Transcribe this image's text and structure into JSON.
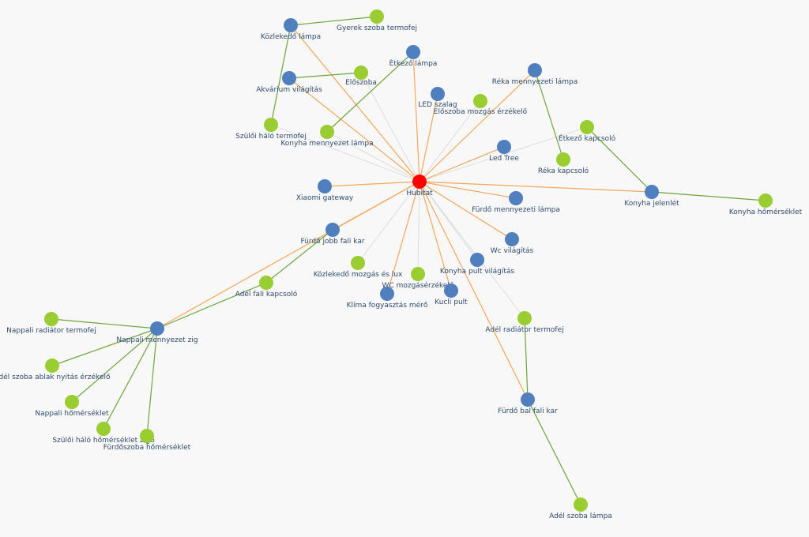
{
  "colors": {
    "background": "#f8f8f8",
    "coordinator": "#ff0000",
    "router": "#4f7fbf",
    "end_device": "#9acd32",
    "link_coordinator": "#f5a65b",
    "link_end_device": "#6aa53a",
    "link_weak": "#d9d9d9",
    "label": "#2f4a6e"
  },
  "nodes": [
    {
      "id": "hubitat",
      "label": "Hubitat",
      "type": "coordinator"
    },
    {
      "id": "kozlekedo-lampa",
      "label": "Közlekedő lámpa",
      "type": "router"
    },
    {
      "id": "gyerek-szoba-termofej",
      "label": "Gyerek szoba termofej",
      "type": "end_device"
    },
    {
      "id": "etkezo-lampa",
      "label": "Étkező lámpa",
      "type": "router"
    },
    {
      "id": "akvarium-vilagitas",
      "label": "Akvárium világítás",
      "type": "router"
    },
    {
      "id": "eloszoba",
      "label": "Előszoba",
      "type": "end_device"
    },
    {
      "id": "reka-mennyezeti-lampa",
      "label": "Réka mennyezeti lámpa",
      "type": "router"
    },
    {
      "id": "led-szalag",
      "label": "LED szalag",
      "type": "router"
    },
    {
      "id": "eloszoba-mozgas",
      "label": "Előszoba mozgás érzékelő",
      "type": "end_device"
    },
    {
      "id": "szuloi-halo-termofej",
      "label": "Szülői háló termofej",
      "type": "end_device"
    },
    {
      "id": "konyha-mennyezet-lampa",
      "label": "Konyha mennyezet lámpa",
      "type": "end_device"
    },
    {
      "id": "etkezo-kapcsolo",
      "label": "Étkező kapcsoló",
      "type": "end_device"
    },
    {
      "id": "led-tree",
      "label": "Led Tree",
      "type": "router"
    },
    {
      "id": "reka-kapcsolo",
      "label": "Réka kapcsoló",
      "type": "end_device"
    },
    {
      "id": "xiaomi-gateway",
      "label": "Xiaomi gateway",
      "type": "router"
    },
    {
      "id": "konyha-jelenlet",
      "label": "Konyha jelenlét",
      "type": "router"
    },
    {
      "id": "konyha-homerseklet",
      "label": "Konyha hőmérséklet",
      "type": "end_device"
    },
    {
      "id": "furdo-mennyezeti-lampa",
      "label": "Fürdő mennyezeti lámpa",
      "type": "router"
    },
    {
      "id": "furdo-jobb-fali-kar",
      "label": "Fürdő jobb fali kar",
      "type": "router"
    },
    {
      "id": "wc-vilagitas",
      "label": "Wc világítás",
      "type": "router"
    },
    {
      "id": "konyha-pult-vilagitas",
      "label": "Konyha pult világítás",
      "type": "router"
    },
    {
      "id": "kozlekedo-mozgas-lux",
      "label": "Közlekedő mozgás és lux",
      "type": "end_device"
    },
    {
      "id": "wc-mozgaserzekelo",
      "label": "WC mozgásérzékelő",
      "type": "end_device"
    },
    {
      "id": "adel-fali-kapcsolo",
      "label": "Adél fali kapcsoló",
      "type": "end_device"
    },
    {
      "id": "klima-fogyasztas-mero",
      "label": "Klíma fogyasztás mérő",
      "type": "router"
    },
    {
      "id": "kucli-pult",
      "label": "Kucli pult",
      "type": "router"
    },
    {
      "id": "nappali-radiator-termofej",
      "label": "Nappali radiátor termofej",
      "type": "end_device"
    },
    {
      "id": "nappali-mennyezet-zig",
      "label": "Nappali mennyezet zig",
      "type": "router"
    },
    {
      "id": "adel-radiator-termofej",
      "label": "Adél radiátor termofej",
      "type": "end_device"
    },
    {
      "id": "adel-szoba-ablak",
      "label": "Adél szoba ablak nyitás érzékelő",
      "type": "end_device"
    },
    {
      "id": "nappali-homerseklet",
      "label": "Nappali hőmérséklet",
      "type": "end_device"
    },
    {
      "id": "furdo-bal-fali-kar",
      "label": "Fürdő bal fali kar",
      "type": "router"
    },
    {
      "id": "szuloi-halo-homerseklet",
      "label": "Szülői háló hőmérséklet zigb",
      "type": "end_device"
    },
    {
      "id": "furdoszoba-homerseklet",
      "label": "Fürdőszoba hőmérséklet",
      "type": "end_device"
    },
    {
      "id": "adel-szoba-lampa",
      "label": "Adél szoba lámpa",
      "type": "end_device"
    }
  ],
  "links": [
    {
      "source": "hubitat",
      "target": "kozlekedo-lampa",
      "kind": "coordinator"
    },
    {
      "source": "hubitat",
      "target": "etkezo-lampa",
      "kind": "coordinator"
    },
    {
      "source": "hubitat",
      "target": "akvarium-vilagitas",
      "kind": "coordinator"
    },
    {
      "source": "hubitat",
      "target": "reka-mennyezeti-lampa",
      "kind": "coordinator"
    },
    {
      "source": "hubitat",
      "target": "led-szalag",
      "kind": "coordinator"
    },
    {
      "source": "hubitat",
      "target": "led-tree",
      "kind": "coordinator"
    },
    {
      "source": "hubitat",
      "target": "xiaomi-gateway",
      "kind": "coordinator"
    },
    {
      "source": "hubitat",
      "target": "konyha-jelenlet",
      "kind": "coordinator"
    },
    {
      "source": "hubitat",
      "target": "furdo-mennyezeti-lampa",
      "kind": "coordinator"
    },
    {
      "source": "hubitat",
      "target": "furdo-jobb-fali-kar",
      "kind": "coordinator"
    },
    {
      "source": "hubitat",
      "target": "wc-vilagitas",
      "kind": "coordinator"
    },
    {
      "source": "hubitat",
      "target": "klima-fogyasztas-mero",
      "kind": "coordinator"
    },
    {
      "source": "hubitat",
      "target": "kucli-pult",
      "kind": "coordinator"
    },
    {
      "source": "hubitat",
      "target": "nappali-mennyezet-zig",
      "kind": "coordinator"
    },
    {
      "source": "hubitat",
      "target": "furdo-bal-fali-kar",
      "kind": "coordinator"
    },
    {
      "source": "hubitat",
      "target": "szuloi-halo-termofej",
      "kind": "weak"
    },
    {
      "source": "hubitat",
      "target": "eloszoba",
      "kind": "weak"
    },
    {
      "source": "hubitat",
      "target": "konyha-mennyezet-lampa",
      "kind": "weak"
    },
    {
      "source": "hubitat",
      "target": "eloszoba-mozgas",
      "kind": "weak"
    },
    {
      "source": "hubitat",
      "target": "etkezo-kapcsolo",
      "kind": "weak"
    },
    {
      "source": "hubitat",
      "target": "kozlekedo-mozgas-lux",
      "kind": "weak"
    },
    {
      "source": "hubitat",
      "target": "wc-mozgaserzekelo",
      "kind": "weak"
    },
    {
      "source": "hubitat",
      "target": "konyha-pult-vilagitas",
      "kind": "weak"
    },
    {
      "source": "hubitat",
      "target": "adel-radiator-termofej",
      "kind": "weak"
    },
    {
      "source": "kozlekedo-lampa",
      "target": "gyerek-szoba-termofej",
      "kind": "end_device"
    },
    {
      "source": "kozlekedo-lampa",
      "target": "szuloi-halo-termofej",
      "kind": "end_device"
    },
    {
      "source": "akvarium-vilagitas",
      "target": "eloszoba",
      "kind": "end_device"
    },
    {
      "source": "etkezo-lampa",
      "target": "konyha-mennyezet-lampa",
      "kind": "end_device"
    },
    {
      "source": "reka-mennyezeti-lampa",
      "target": "reka-kapcsolo",
      "kind": "end_device"
    },
    {
      "source": "etkezo-kapcsolo",
      "target": "konyha-jelenlet",
      "kind": "end_device"
    },
    {
      "source": "konyha-jelenlet",
      "target": "konyha-homerseklet",
      "kind": "end_device"
    },
    {
      "source": "furdo-jobb-fali-kar",
      "target": "adel-fali-kapcsolo",
      "kind": "end_device"
    },
    {
      "source": "nappali-mennyezet-zig",
      "target": "adel-fali-kapcsolo",
      "kind": "end_device"
    },
    {
      "source": "nappali-mennyezet-zig",
      "target": "nappali-radiator-termofej",
      "kind": "end_device"
    },
    {
      "source": "nappali-mennyezet-zig",
      "target": "adel-szoba-ablak",
      "kind": "end_device"
    },
    {
      "source": "nappali-mennyezet-zig",
      "target": "nappali-homerseklet",
      "kind": "end_device"
    },
    {
      "source": "nappali-mennyezet-zig",
      "target": "szuloi-halo-homerseklet",
      "kind": "end_device"
    },
    {
      "source": "nappali-mennyezet-zig",
      "target": "furdoszoba-homerseklet",
      "kind": "end_device"
    },
    {
      "source": "furdo-bal-fali-kar",
      "target": "adel-radiator-termofej",
      "kind": "end_device"
    },
    {
      "source": "furdo-bal-fali-kar",
      "target": "adel-szoba-lampa",
      "kind": "end_device"
    }
  ]
}
